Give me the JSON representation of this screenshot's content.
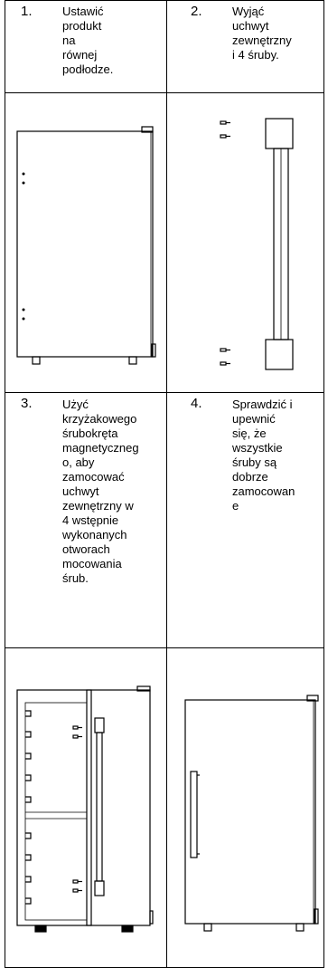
{
  "steps": [
    {
      "number": "1.",
      "text": "Ustawić\nprodukt na\nrównej\npodłodze."
    },
    {
      "number": "2.",
      "text": "Wyjąć\nuchwyt\nzewnętrzny\ni 4 śruby."
    },
    {
      "number": "3.",
      "text": "Użyć\nkrzyżakowego\nśrubokręta\nmagnetyczneg\no, aby\nzamocować\nuchwyt\nzewnętrzny w\n4 wstępnie\nwykonanych\notworach\nmocowania\nśrub."
    },
    {
      "number": "4.",
      "text": " Sprawdzić i\nupewnić\nsię, że\nwszystkie\nśruby są\ndobrze\nzamocowan\ne"
    }
  ],
  "illustrations": [
    "wine-cooler-front-icon",
    "handle-and-screws-icon",
    "wine-cooler-open-door-icon",
    "wine-cooler-with-handle-icon"
  ]
}
